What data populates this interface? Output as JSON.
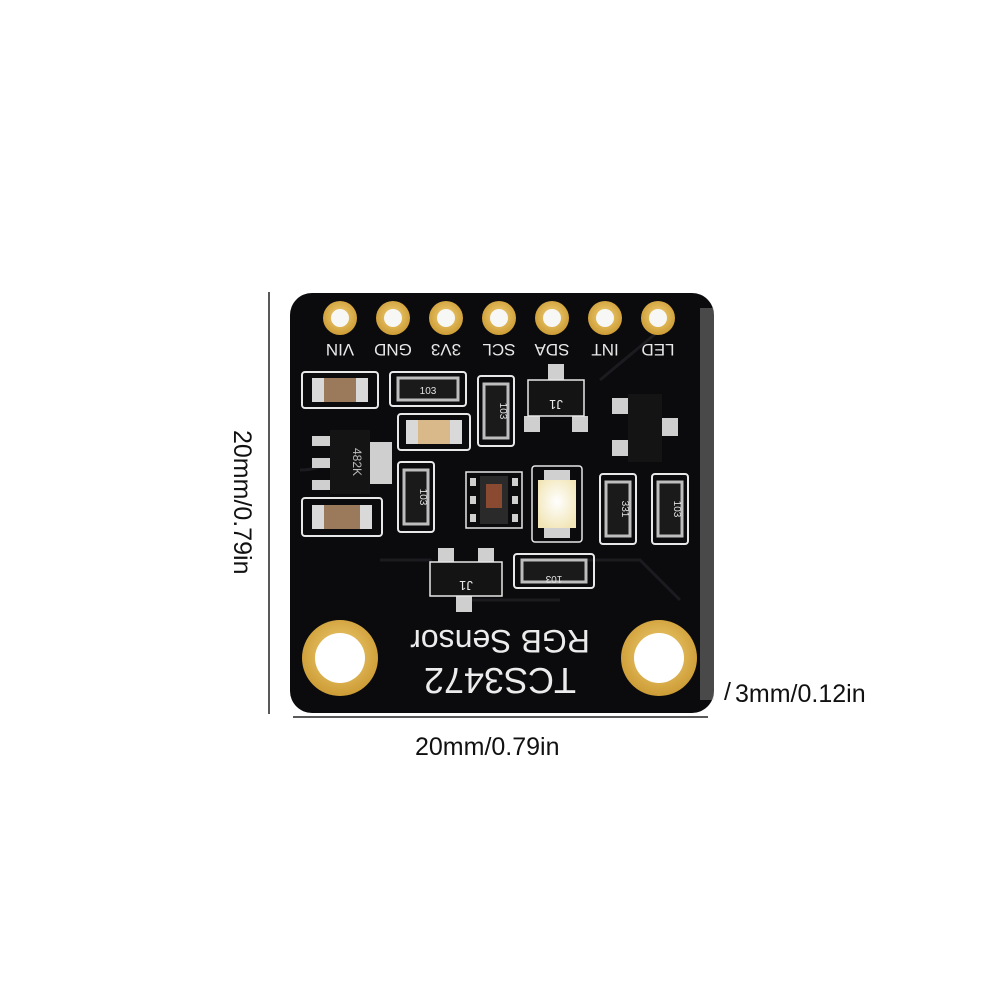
{
  "board": {
    "pins": [
      "LED",
      "INT",
      "SDA",
      "SCL",
      "3V3",
      "GND",
      "VIN"
    ],
    "title": "TCS3472",
    "subtitle": "RGB Sensor",
    "resistor_codes": [
      "103",
      "103",
      "103",
      "331",
      "103",
      "103"
    ],
    "regulator_code": "482K",
    "transistor_code": "J1"
  },
  "dimensions": {
    "width": "20mm/0.79in",
    "height": "20mm/0.79in",
    "hole": "3mm/0.12in"
  },
  "colors": {
    "pcb": "#0b0b0d",
    "gold": "#e0b74a",
    "silkscreen": "#e8e8e8",
    "led": "#fff6d8"
  }
}
